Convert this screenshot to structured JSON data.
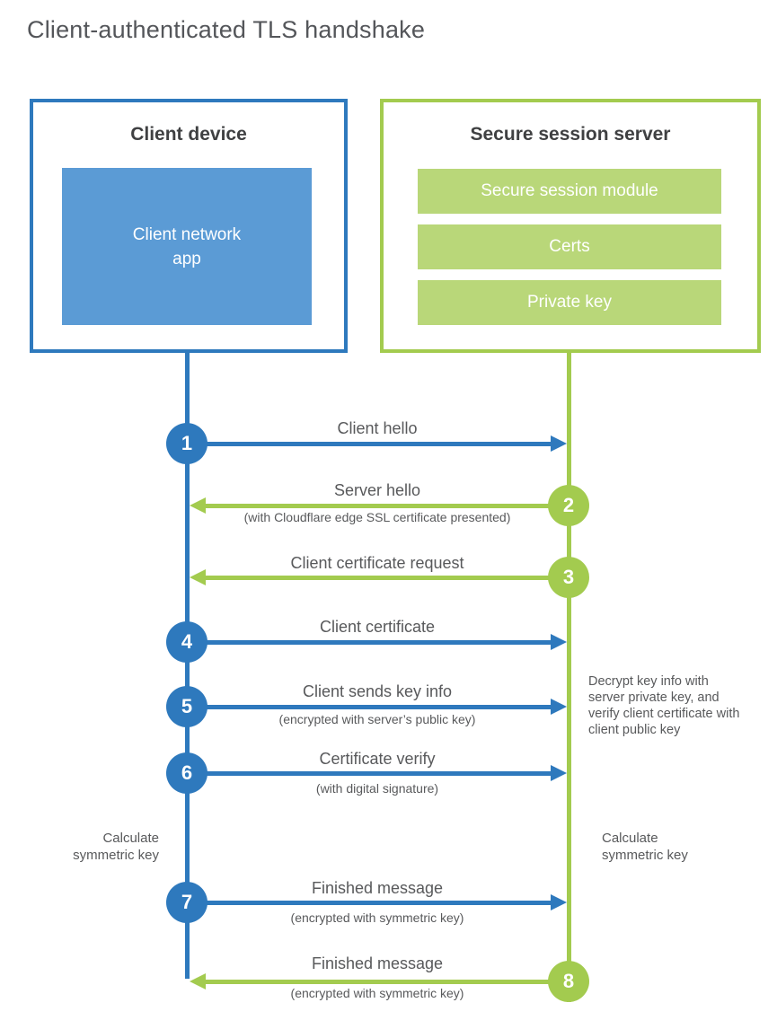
{
  "title": "Client-authenticated TLS handshake",
  "colors": {
    "blue_stroke": "#2e79bd",
    "blue_fill": "#5b9bd5",
    "green_stroke": "#a3cb4f",
    "green_fill": "#b9d779",
    "text_gray": "#58595b"
  },
  "client": {
    "title": "Client device",
    "inner_label": "Client network app"
  },
  "server": {
    "title": "Secure session server",
    "modules": [
      "Secure session module",
      "Certs",
      "Private key"
    ]
  },
  "steps": [
    {
      "number": "1",
      "label": "Client hello",
      "sublabel": "",
      "direction": "right",
      "from": "client"
    },
    {
      "number": "2",
      "label": "Server hello",
      "sublabel": "(with Cloudflare edge SSL certificate presented)",
      "direction": "left",
      "from": "server"
    },
    {
      "number": "3",
      "label": "Client certificate request",
      "sublabel": "",
      "direction": "left",
      "from": "server"
    },
    {
      "number": "4",
      "label": "Client certificate",
      "sublabel": "",
      "direction": "right",
      "from": "client"
    },
    {
      "number": "5",
      "label": "Client sends key info",
      "sublabel": "(encrypted with server’s public key)",
      "direction": "right",
      "from": "client"
    },
    {
      "number": "6",
      "label": "Certificate verify",
      "sublabel": "(with digital signature)",
      "direction": "right",
      "from": "client"
    },
    {
      "number": "7",
      "label": "Finished message",
      "sublabel": "(encrypted with symmetric key)",
      "direction": "right",
      "from": "client"
    },
    {
      "number": "8",
      "label": "Finished message",
      "sublabel": "(encrypted with symmetric key)",
      "direction": "left",
      "from": "server"
    }
  ],
  "notes": {
    "decrypt": "Decrypt key info with server private key, and verify client certificate with client public key",
    "calc_left": "Calculate symmetric key",
    "calc_right": "Calculate symmetric key"
  }
}
